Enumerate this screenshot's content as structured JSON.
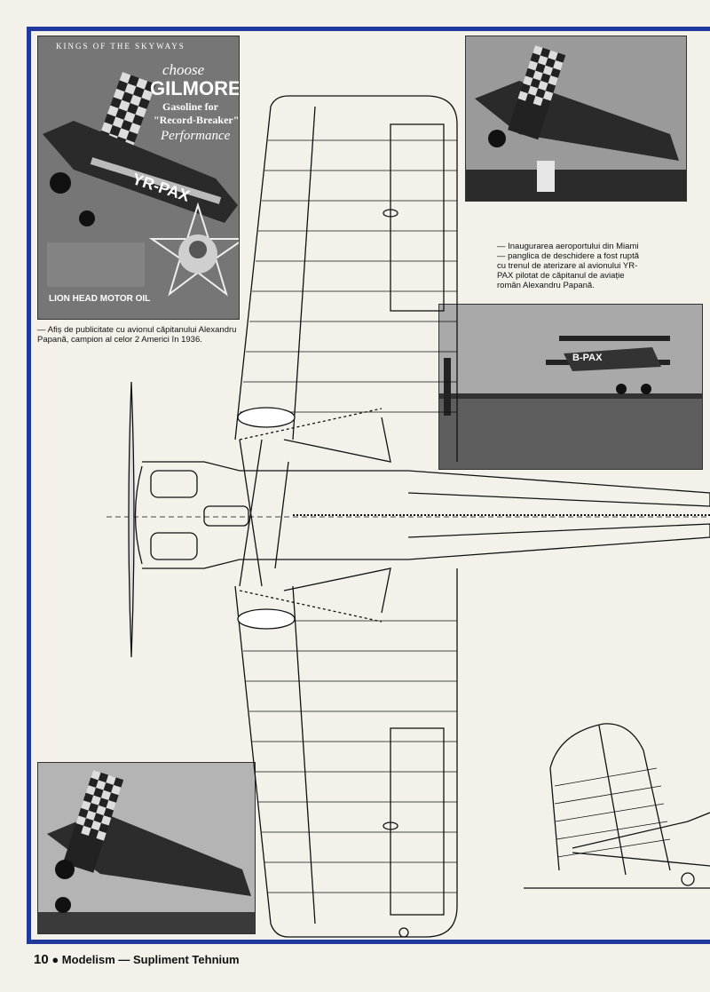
{
  "poster": {
    "arc_text": "KINGS OF THE SKYWAYS",
    "line1": "choose",
    "line2": "GILMORE",
    "line3": "Gasoline for",
    "line4": "\"Record-Breaker\"",
    "line5": "Performance",
    "plane_reg": "YR-PAX",
    "bottom_brand": "LION HEAD MOTOR OIL"
  },
  "captions": {
    "poster_caption": "— Afiș de publicitate cu avionul căpitanului Alexandru Papană, campion al celor 2 Americi în 1936.",
    "miami_caption": "— Inaugurarea aeroportului din Miami — panglica de deschidere a fost ruptă cu trenul de aterizare al avionului YR-PAX pilotat de căpitanul de aviație român Alexandru Papană."
  },
  "photos": {
    "flight_reg": "B-PAX"
  },
  "footer": {
    "page_number": "10",
    "bullet": "●",
    "publication": "Modelism — Supliment Tehnium"
  },
  "colors": {
    "border_blue": "#1f3a9c",
    "paper": "#f4f1ea",
    "photo_gray": "#7d7d7d"
  }
}
